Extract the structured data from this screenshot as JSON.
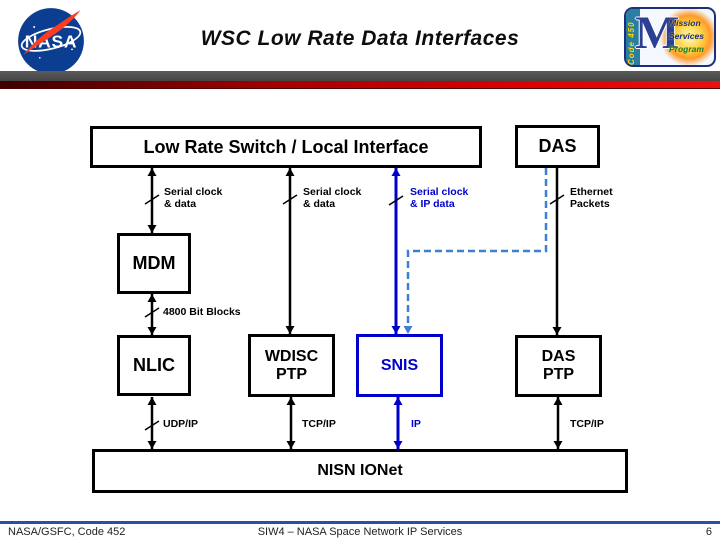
{
  "header": {
    "title": "WSC Low Rate Data Interfaces",
    "nasa_text": "NASA",
    "msp_logo": {
      "code": "Code 450",
      "big_letter": "M",
      "line1": "Mission",
      "line2": "Services",
      "line3": "Program"
    }
  },
  "diagram": {
    "boxes": {
      "lrs": "Low Rate Switch / Local Interface",
      "das": "DAS",
      "mdm": "MDM",
      "nlic": "NLIC",
      "wdisc_line1": "WDISC",
      "wdisc_line2": "PTP",
      "snis": "SNIS",
      "dasptp_line1": "DAS",
      "dasptp_line2": "PTP",
      "nisn": "NISN IONet"
    },
    "labels": {
      "serial1": {
        "line1": "Serial clock",
        "line2": "& data"
      },
      "serial2": {
        "line1": "Serial clock",
        "line2": "& data"
      },
      "serial3": {
        "line1": "Serial clock",
        "line2": "& IP data"
      },
      "ethernet": {
        "line1": "Ethernet",
        "line2": "Packets"
      },
      "blocks": "4800 Bit Blocks",
      "udpip": "UDP/IP",
      "tcpip1": "TCP/IP",
      "ip": "IP",
      "tcpip2": "TCP/IP"
    },
    "colors": {
      "accent_blue": "#0000CC",
      "dashed_blue": "#3D7FD4",
      "header_red": "#E00000",
      "footer_line_blue": "#2B4FA8",
      "nasa_blue": "#0B3D91",
      "nasa_red": "#FC3D21"
    }
  },
  "footer": {
    "left": "NASA/GSFC, Code 452",
    "center": "SIW4 – NASA Space Network IP Services",
    "page_number": "6"
  }
}
